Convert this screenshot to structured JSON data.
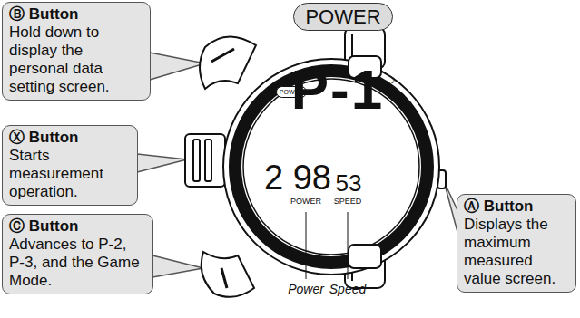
{
  "diagram": {
    "nodes": [
      {
        "text": [
          "POWER"
        ]
      },
      {
        "text": [
          "Ⓑ Button",
          "Hold down to display the personal data setting screen."
        ]
      },
      {
        "text": [
          "Ⓧ Button",
          "Starts measurement operation."
        ]
      },
      {
        "text": [
          "Ⓒ Button",
          "Advances to P-2, P-3, and the Game Mode."
        ]
      },
      {
        "text": [
          "Ⓐ Button",
          "Displays the maximum measured value screen."
        ]
      },
      {
        "text": [
          "POWER"
        ]
      }
    ],
    "labels": [
      "P-1",
      "2 98",
      "53",
      "POWER",
      "SPEED",
      "Power",
      "Speed",
      "♪"
    ]
  }
}
